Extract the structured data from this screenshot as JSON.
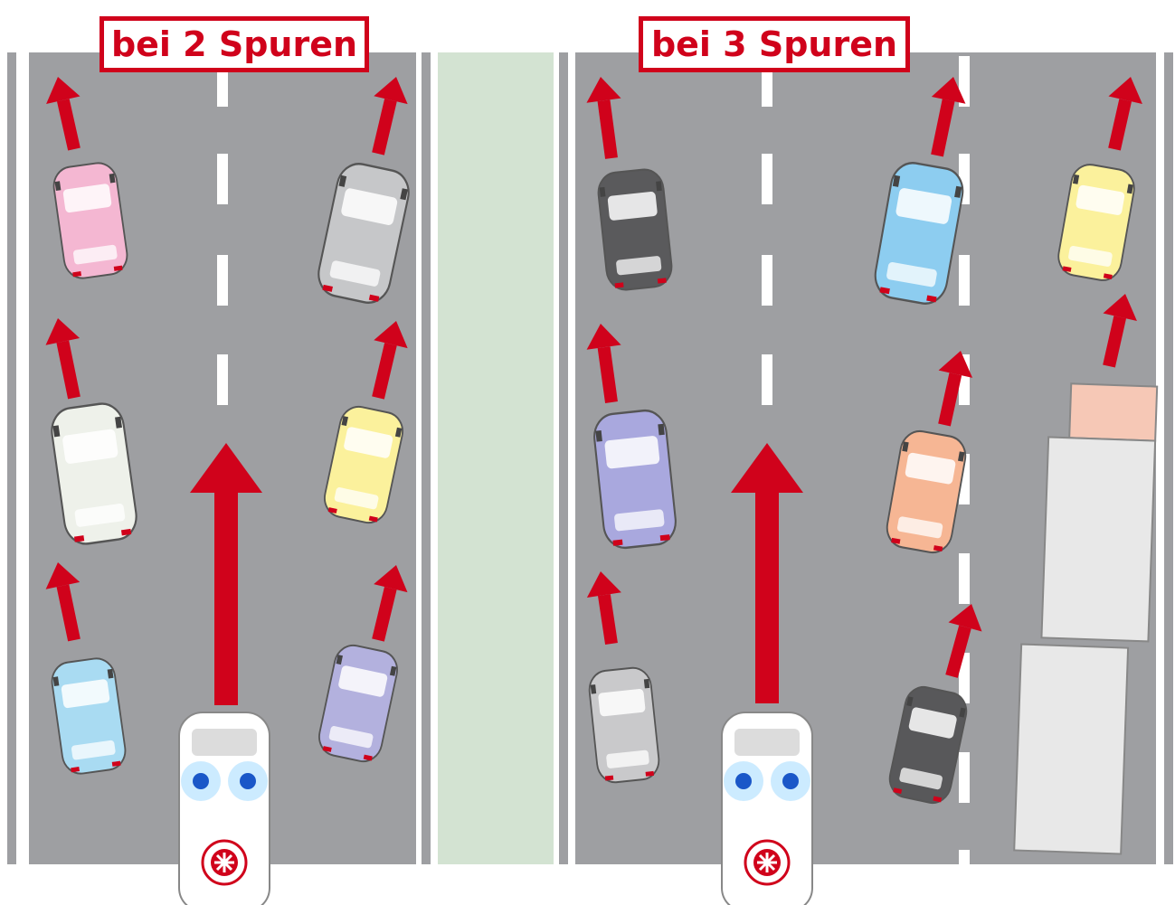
{
  "labels": {
    "two_lanes": "bei 2 Spuren",
    "three_lanes": "bei 3 Spuren"
  },
  "colors": {
    "road": "#9e9fa2",
    "median": "#d3e3d2",
    "arrow": "#d0021b",
    "lane_marking": "#ffffff",
    "edge_line": "#9e9fa2"
  },
  "scenes": [
    {
      "name": "two-lane-road",
      "label_key": "two_lanes",
      "vehicles": [
        {
          "name": "pink-car",
          "color": "#f4b7d2"
        },
        {
          "name": "white-car",
          "color": "#eef1ea"
        },
        {
          "name": "light-blue-car",
          "color": "#a9dbf2"
        },
        {
          "name": "gray-car",
          "color": "#c6c7c9"
        },
        {
          "name": "yellow-car",
          "color": "#fbf19c"
        },
        {
          "name": "purple-car",
          "color": "#b3b1de"
        },
        {
          "name": "ambulance",
          "color": "#ffffff"
        }
      ]
    },
    {
      "name": "three-lane-road",
      "label_key": "three_lanes",
      "vehicles": [
        {
          "name": "dark-car",
          "color": "#5a5a5c"
        },
        {
          "name": "purple-car",
          "color": "#a9a8de"
        },
        {
          "name": "silver-car",
          "color": "#c9c9cb"
        },
        {
          "name": "blue-car",
          "color": "#8dcdf0"
        },
        {
          "name": "orange-car",
          "color": "#f6b694"
        },
        {
          "name": "dark-car-2",
          "color": "#58585a"
        },
        {
          "name": "yellow-car",
          "color": "#fbf19c"
        },
        {
          "name": "truck",
          "color": "#e8e8e8"
        },
        {
          "name": "ambulance",
          "color": "#ffffff"
        }
      ]
    }
  ]
}
